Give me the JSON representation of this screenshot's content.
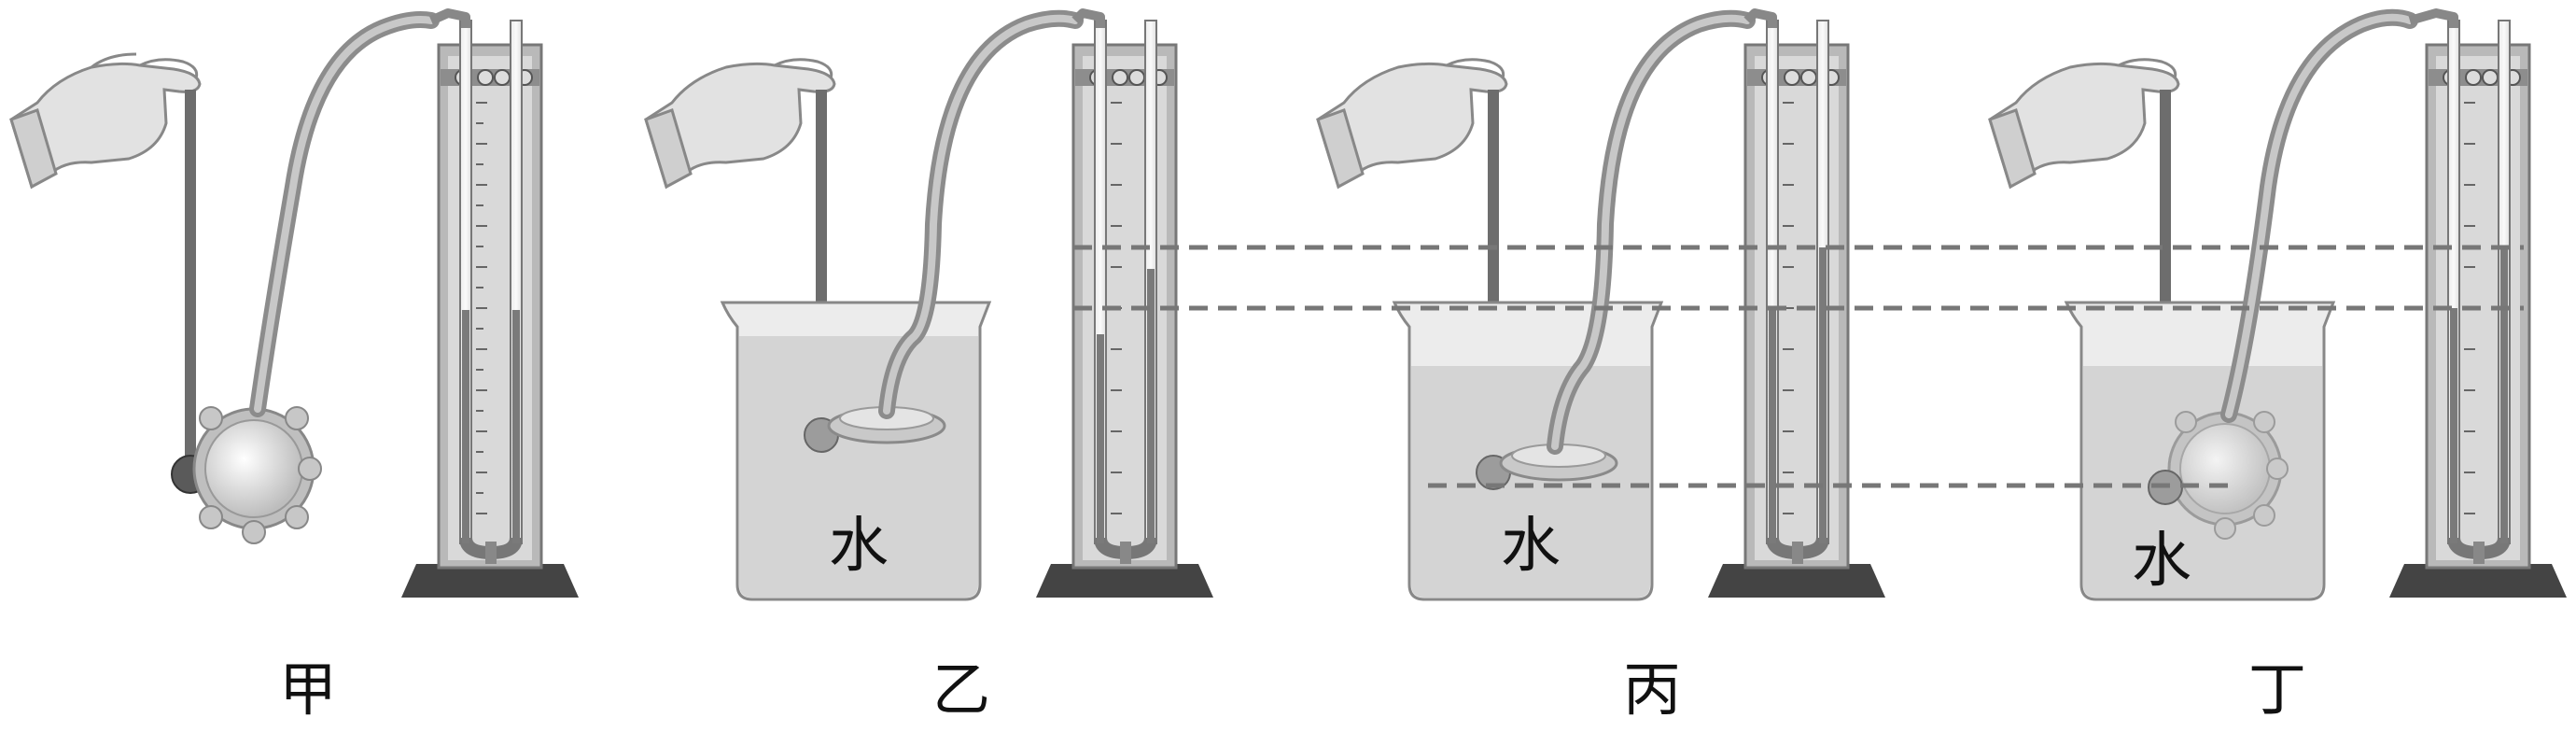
{
  "panels": [
    {
      "label": "甲",
      "liquid_label": ""
    },
    {
      "label": "乙",
      "liquid_label": "水"
    },
    {
      "label": "丙",
      "liquid_label": "水"
    },
    {
      "label": "丁",
      "liquid_label": "水"
    }
  ],
  "colors": {
    "background": "#ffffff",
    "gray_dark": "#555555",
    "gray_mid": "#9a9a9a",
    "gray_light": "#d6d6d6",
    "water": "#cfcfcf",
    "dash": "#777777",
    "text": "#111111"
  }
}
